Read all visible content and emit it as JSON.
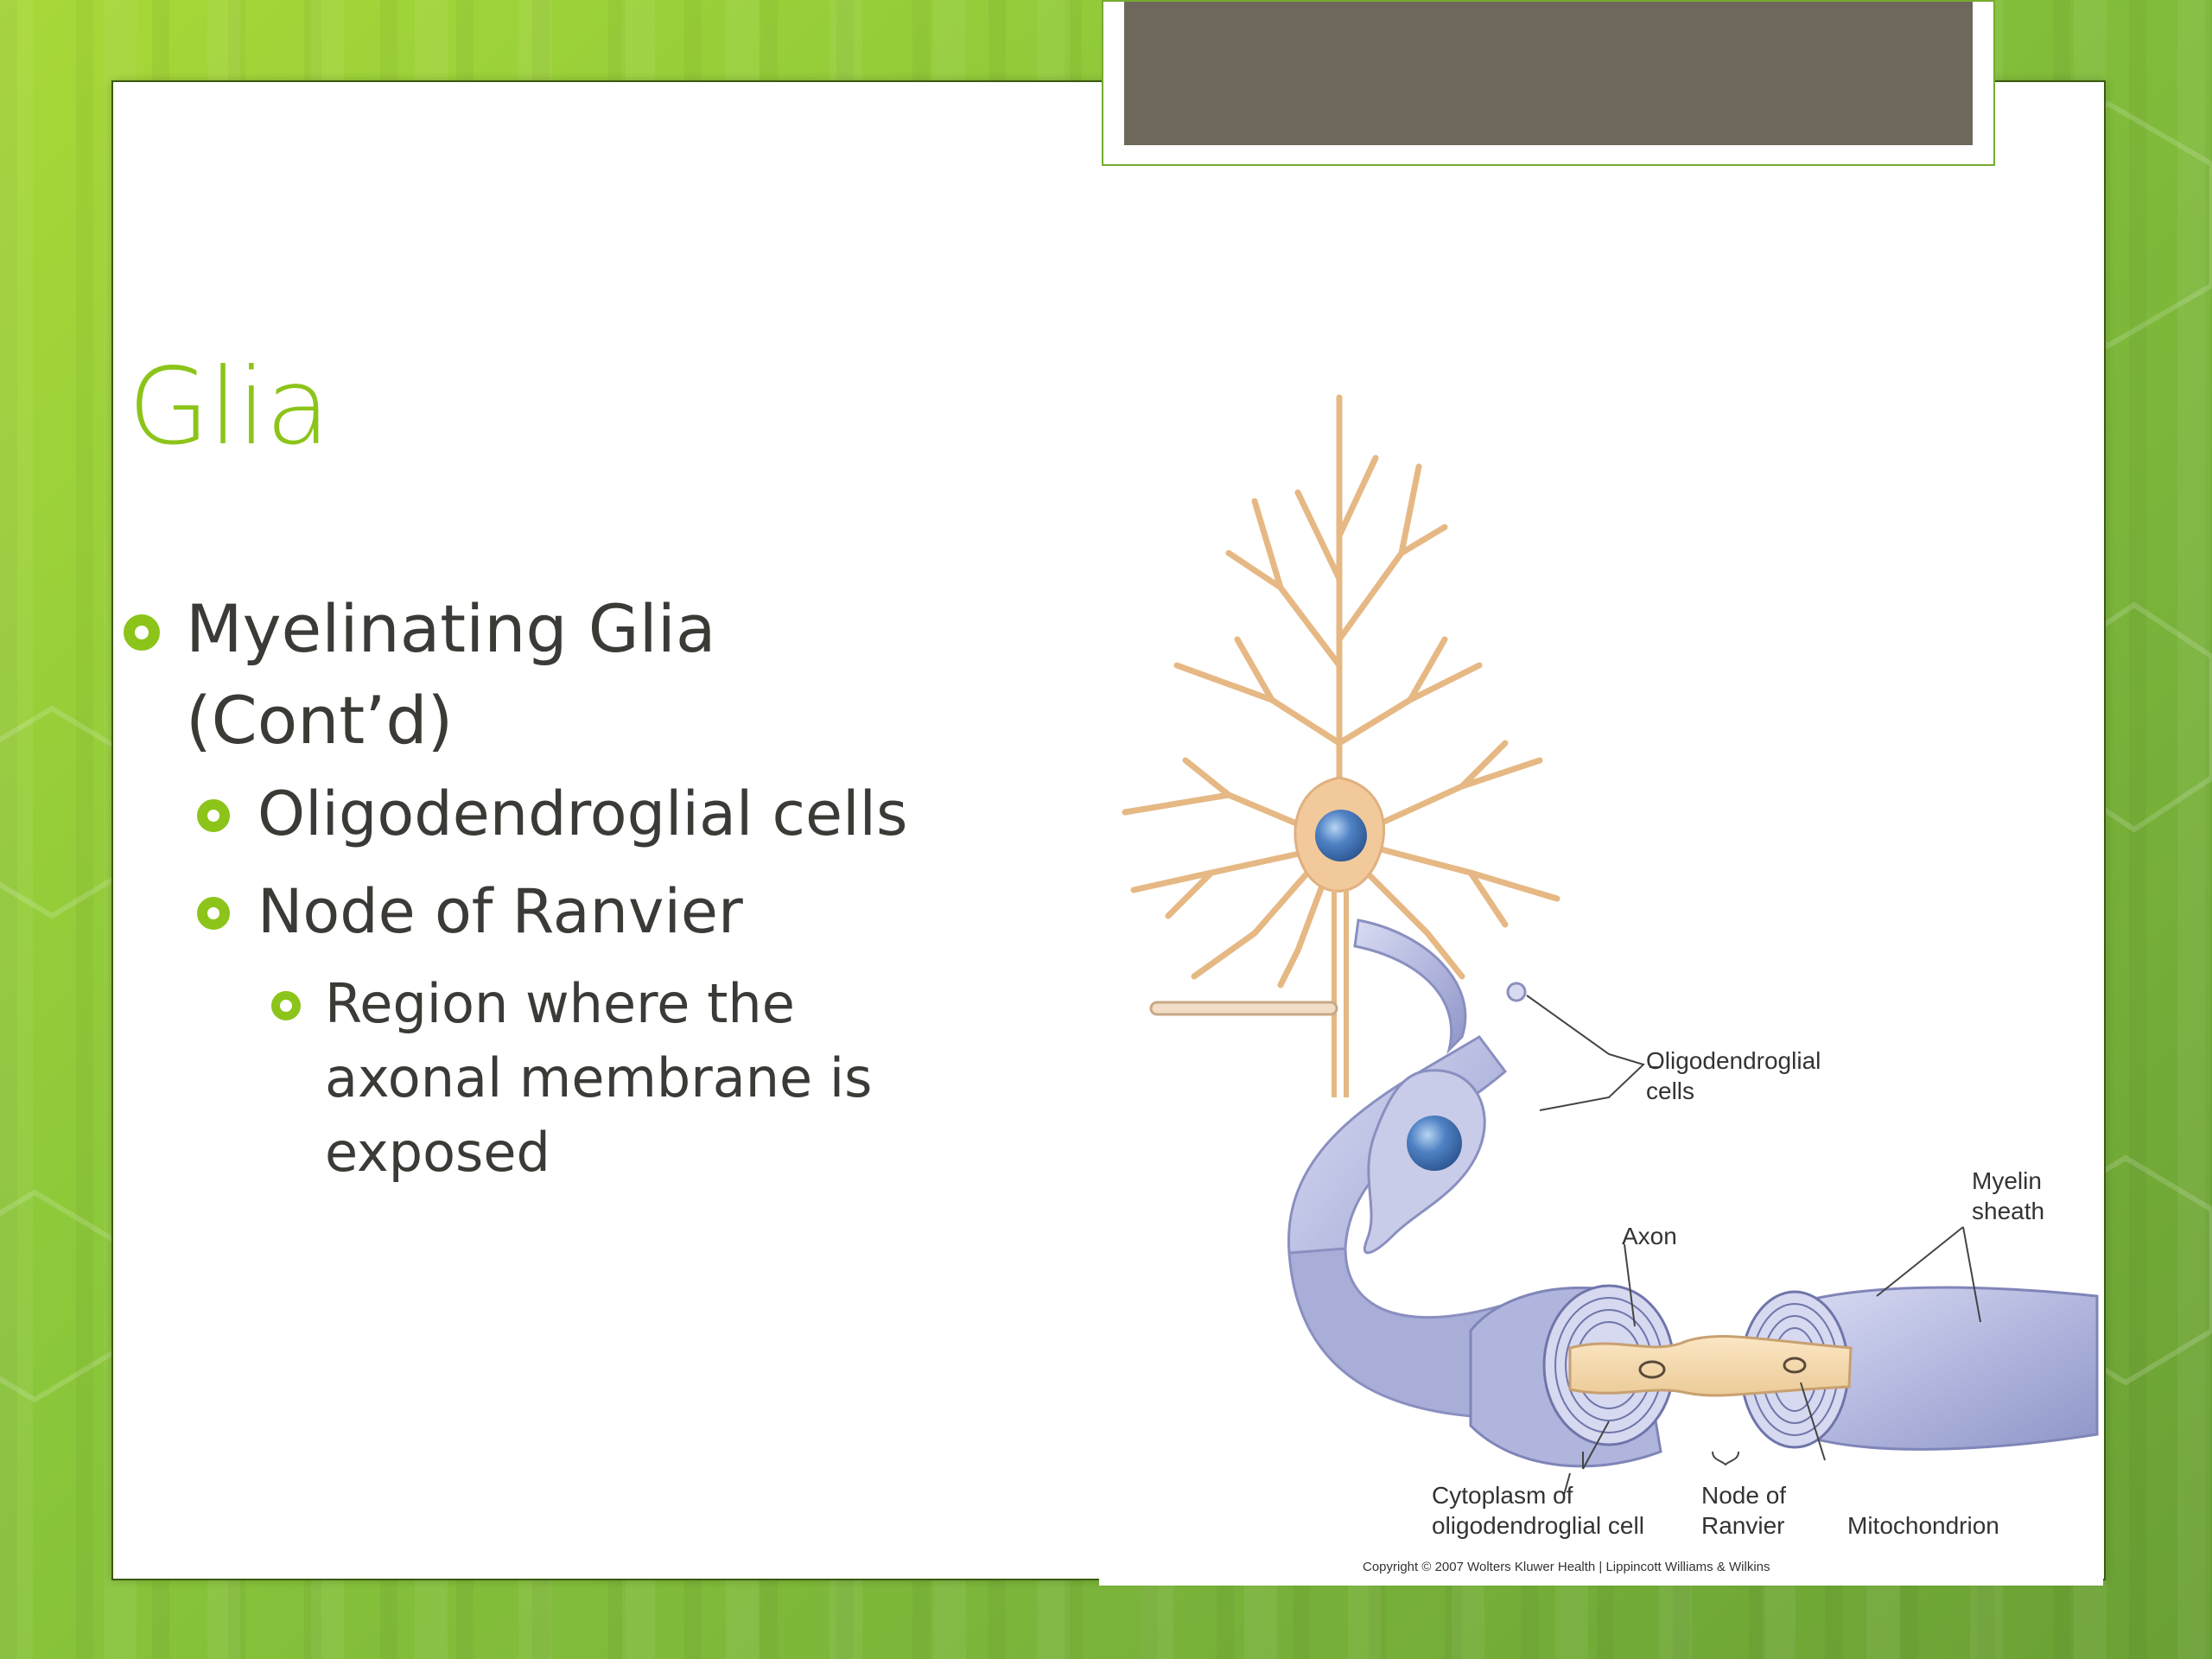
{
  "slide": {
    "title": "Glia",
    "bullets": {
      "level1": "Myelinating Glia (Cont’d)",
      "level2": [
        "Oligodendroglial cells",
        "Node of Ranvier"
      ],
      "level3": "Region where the axonal membrane is exposed"
    }
  },
  "figure": {
    "labels": {
      "oligo_1": "Oligodendroglial",
      "oligo_2": "cells",
      "myelin_1": "Myelin",
      "myelin_2": "sheath",
      "axon": "Axon",
      "cyto_1": "Cytoplasm of",
      "cyto_2": "oligodendroglial cell",
      "node_1": "Node of",
      "node_2": "Ranvier",
      "mito": "Mitochondrion"
    },
    "copyright": "Copyright © 2007 Wolters Kluwer Health | Lippincott Williams & Wilkins"
  },
  "colors": {
    "accent": "#8cc41a",
    "text": "#3c3a36",
    "plaque": "#6e675b",
    "neuron": "#f2c99a",
    "myelin": "#b8bde0",
    "nucleus": "#4a78b8"
  }
}
